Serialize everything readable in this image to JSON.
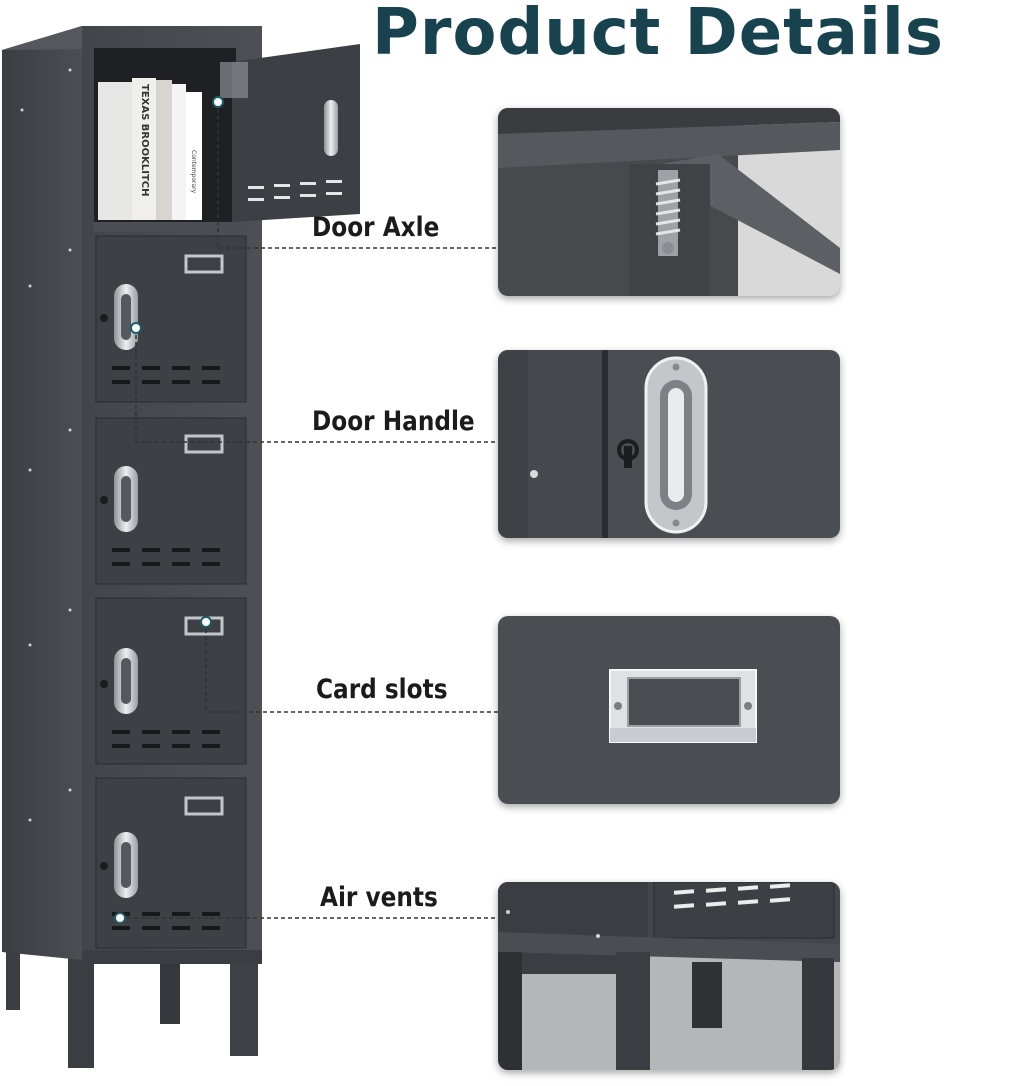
{
  "title": "Product Details",
  "features": [
    {
      "label": "Door Axle"
    },
    {
      "label": "Door Handle"
    },
    {
      "label": "Card slots"
    },
    {
      "label": "Air vents"
    }
  ],
  "book_spines": [
    "TEXAS BROOKLITCH",
    "Contemporary"
  ],
  "colors": {
    "title": "#17424e",
    "locker_body": "#45484c",
    "locker_dark": "#2f3236",
    "steel": "#c9ccd0",
    "card_bg": "#4a4d52"
  },
  "icons": [
    "shelf-book-icon",
    "door-handle-icon",
    "card-slot-icon",
    "keyhole-icon"
  ]
}
